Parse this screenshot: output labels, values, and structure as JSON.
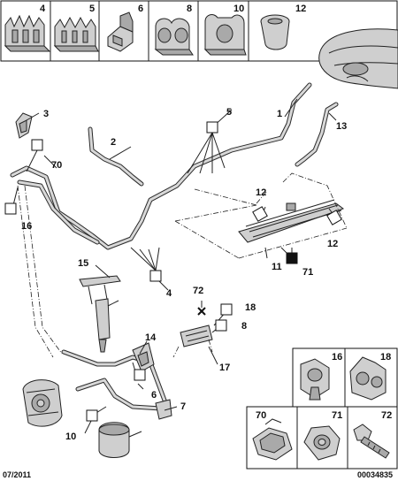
{
  "top_strip": {
    "cells": [
      {
        "num": "4",
        "icon": "clip-comb-icon"
      },
      {
        "num": "5",
        "icon": "clip-comb-icon"
      },
      {
        "num": "6",
        "icon": "bracket-clip-icon"
      },
      {
        "num": "8",
        "icon": "double-clip-icon"
      },
      {
        "num": "10",
        "icon": "clip-icon"
      },
      {
        "num": "12",
        "icon": "grommet-icon"
      }
    ]
  },
  "callouts": {
    "c1": "1",
    "c2": "2",
    "c3": "3",
    "c4": "4",
    "c5": "5",
    "c6": "6",
    "c7": "7",
    "c8": "8",
    "c10": "10",
    "c11": "11",
    "c12a": "12",
    "c12b": "12",
    "c13": "13",
    "c14": "14",
    "c15": "15",
    "c16": "16",
    "c17": "17",
    "c18": "18",
    "c70": "70",
    "c71": "71",
    "c72": "72"
  },
  "bottom_right_cells": [
    {
      "num": "16",
      "icon": "pipe-clip-icon"
    },
    {
      "num": "18",
      "icon": "double-pipe-clip-icon"
    },
    {
      "num": "70",
      "icon": "clip-block-icon"
    },
    {
      "num": "71",
      "icon": "nut-icon"
    },
    {
      "num": "72",
      "icon": "bolt-icon"
    }
  ],
  "footer": {
    "date": "07/2011",
    "ref": "00034835"
  }
}
